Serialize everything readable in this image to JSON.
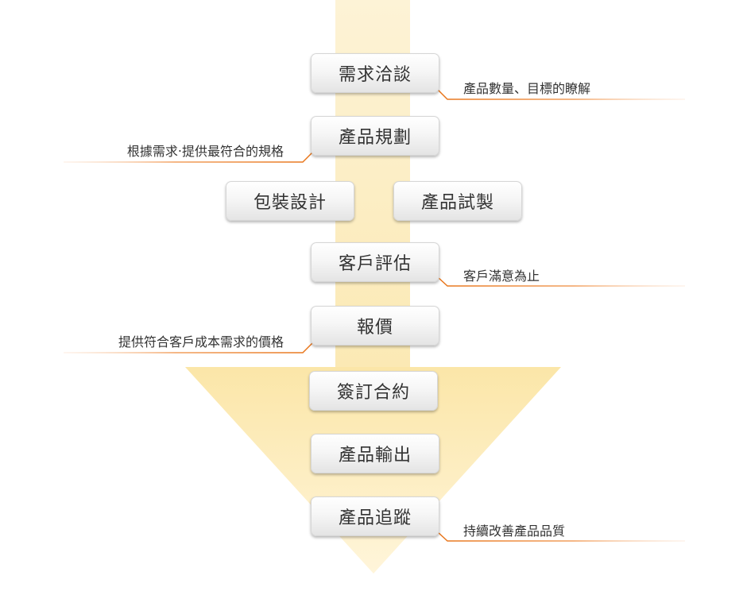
{
  "steps": [
    {
      "label": "需求洽談"
    },
    {
      "label": "產品規劃"
    },
    {
      "label": "包裝設計"
    },
    {
      "label": "產品試製"
    },
    {
      "label": "客戶評估"
    },
    {
      "label": "報價"
    },
    {
      "label": "簽訂合約"
    },
    {
      "label": "產品輸出"
    },
    {
      "label": "產品追蹤"
    }
  ],
  "notes": [
    {
      "text": "產品數量、目標的瞭解"
    },
    {
      "text": "根據需求‧提供最符合的規格"
    },
    {
      "text": "客戶滿意為止"
    },
    {
      "text": "提供符合客戶成本需求的價格"
    },
    {
      "text": "持續改善產品品質"
    }
  ],
  "colors": {
    "arrow": "#fbe7ab",
    "connector": "#e8751a",
    "box_text": "#333333"
  }
}
